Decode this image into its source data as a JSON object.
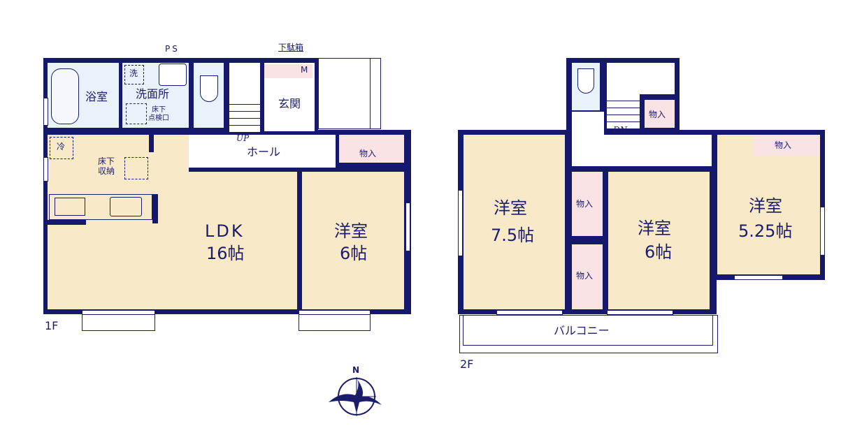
{
  "floor1": {
    "label": "1F",
    "rooms": {
      "bath": "浴室",
      "washroom": "洗面所",
      "washer": "洗",
      "inspection": "床下\n点検口",
      "ps": "PS",
      "shoebox": "下駄箱",
      "meter": "M",
      "entrance": "玄関",
      "up": "UP",
      "hall": "ホール",
      "storage": "物入",
      "fridge": "冷",
      "underfloor": "床下\n収納",
      "ldk_name": "LDK",
      "ldk_size": "16帖",
      "western_name": "洋室",
      "western_size": "6帖"
    }
  },
  "floor2": {
    "label": "2F",
    "rooms": {
      "dn": "DN",
      "storage_top": "物入",
      "room_a_name": "洋室",
      "room_a_size": "7.5帖",
      "storage_a": "物入",
      "storage_b": "物入",
      "room_b_name": "洋室",
      "room_b_size": "6帖",
      "room_c_name": "洋室",
      "room_c_size": "5.25帖",
      "storage_c": "物入",
      "balcony": "バルコニー"
    }
  },
  "compass": {
    "north": "N"
  },
  "colors": {
    "wall": "#16186e",
    "living": "#f8e9c9",
    "wet": "#e8f2fa",
    "storage": "#fae3e5"
  }
}
